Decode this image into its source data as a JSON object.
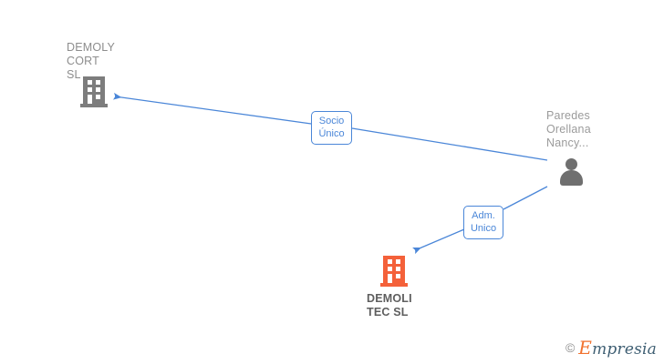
{
  "graph": {
    "background_color": "#ffffff",
    "edge_color": "#4a86d8",
    "nodes": [
      {
        "id": "demoly-cort",
        "type": "company",
        "label": "DEMOLY\nCORT SL",
        "icon": "building-icon",
        "icon_color": "#7d7d7d",
        "emphasis": "normal"
      },
      {
        "id": "paredes-orellana",
        "type": "person",
        "label": "Paredes\nOrellana\nNancy...",
        "icon": "person-icon",
        "icon_color": "#6f6f6f",
        "emphasis": "normal"
      },
      {
        "id": "demolitec",
        "type": "company",
        "label": "DEMOLI\nTEC  SL",
        "icon": "building-icon",
        "icon_color": "#f4613a",
        "emphasis": "focus"
      }
    ],
    "edges": [
      {
        "id": "edge-socio-unico",
        "from": "paredes-orellana",
        "to": "demoly-cort",
        "label": "Socio\nÚnico",
        "direction": "to-company"
      },
      {
        "id": "edge-adm-unico",
        "from": "paredes-orellana",
        "to": "demolitec",
        "label": "Adm.\nUnico",
        "direction": "to-company"
      }
    ]
  },
  "watermark": {
    "copyright": "©",
    "brand_initial": "E",
    "brand_rest": "mpresia"
  }
}
